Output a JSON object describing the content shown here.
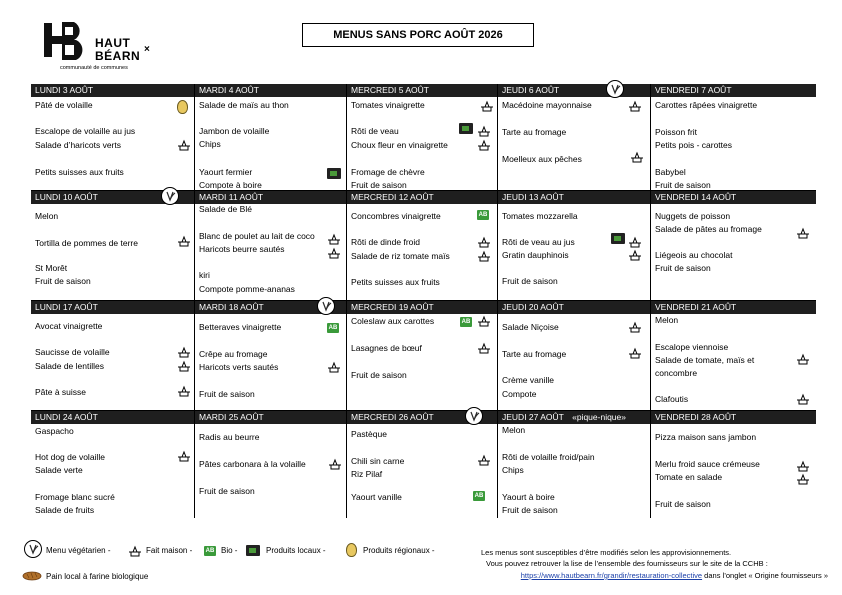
{
  "logo": {
    "brand_line1": "HAUT",
    "brand_line2": "BÉARN",
    "brand_mark": "×",
    "tagline": "communauté de communes"
  },
  "title": "MENUS SANS PORC AOÛT 2026",
  "weeks": [
    {
      "days": [
        {
          "header": "LUNDI 3 AOÛT",
          "items": [
            "Pâté de volaille",
            "Escalope de volaille au jus",
            "Salade d’haricots verts",
            "Petits suisses aux fruits"
          ]
        },
        {
          "header": "MARDI 4 AOÛT",
          "items": [
            "Salade de maïs au thon",
            "Jambon de volaille",
            "Chips",
            "Yaourt fermier",
            "Compote à boire"
          ]
        },
        {
          "header": "MERCREDI 5 AOÛT",
          "items": [
            "Tomates vinaigrette",
            "Rôti de veau",
            "Choux fleur en vinaigrette",
            "Fromage de chèvre",
            "Fruit de saison"
          ]
        },
        {
          "header": "JEUDI 6 AOÛT",
          "items": [
            "Macédoine mayonnaise",
            "Tarte au fromage",
            "Moelleux aux pêches"
          ]
        },
        {
          "header": "VENDREDI 7 AOÛT",
          "items": [
            "Carottes râpées vinaigrette",
            "Poisson frit",
            "Petits pois - carottes",
            "Babybel",
            "Fruit de saison"
          ]
        }
      ]
    },
    {
      "days": [
        {
          "header": "LUNDI 10 AOÛT",
          "items": [
            "Melon",
            "Tortilla de pommes de terre",
            "St Morêt",
            "Fruit de saison"
          ]
        },
        {
          "header": "MARDI 11 AOÛT",
          "items": [
            "Salade de Blé",
            "Blanc de poulet au lait de coco",
            "Haricots beurre sautés",
            "kiri",
            "Compote pomme-ananas"
          ]
        },
        {
          "header": "MERCREDI 12 AOÛT",
          "items": [
            "Concombres vinaigrette",
            "Rôti de dinde froid",
            "Salade de riz tomate maïs",
            "Petits suisses aux fruits"
          ]
        },
        {
          "header": "JEUDI 13 AOÛT",
          "items": [
            "Tomates mozzarella",
            "Rôti de veau au jus",
            "Gratin dauphinois",
            "Fruit de saison"
          ]
        },
        {
          "header": "VENDREDI 14 AOÛT",
          "items": [
            "Nuggets de poisson",
            "Salade de pâtes au fromage",
            "Liégeois au chocolat",
            "Fruit de saison"
          ]
        }
      ]
    },
    {
      "days": [
        {
          "header": "LUNDI 17 AOÛT",
          "items": [
            "Avocat vinaigrette",
            "Saucisse de volaille",
            "Salade de lentilles",
            "Pâte à suisse"
          ]
        },
        {
          "header": "MARDI 18 AOÛT",
          "items": [
            "Betteraves vinaigrette",
            "Crêpe au fromage",
            "Haricots verts sautés",
            "Fruit de saison"
          ]
        },
        {
          "header": "MERCREDI 19 AOÛT",
          "items": [
            "Coleslaw aux carottes",
            "Lasagnes de bœuf",
            "Fruit de saison"
          ]
        },
        {
          "header": "JEUDI 20 AOÛT",
          "items": [
            "Salade Niçoise",
            "Tarte au fromage",
            "Crème vanille",
            "Compote"
          ]
        },
        {
          "header": "VENDREDI 21 AOÛT",
          "items": [
            "Melon",
            "Escalope viennoise",
            "Salade de tomate, maïs et",
            "concombre",
            "Clafoutis"
          ]
        }
      ]
    },
    {
      "days": [
        {
          "header": "LUNDI 24 AOÛT",
          "items": [
            "Gaspacho",
            "Hot dog de volaille",
            "Salade verte",
            "Fromage blanc sucré",
            "Salade de fruits"
          ]
        },
        {
          "header": "MARDI 25 AOÛT",
          "items": [
            "Radis au beurre",
            "Pâtes carbonara à la volaille",
            "Fruit de saison"
          ]
        },
        {
          "header": "MERCREDI 26 AOÛT",
          "items": [
            "Pastèque",
            "Chili sin carne",
            "Riz Pilaf",
            "Yaourt vanille"
          ]
        },
        {
          "header": "JEUDI 27 AOÛT",
          "header_note": "«pique-nique»",
          "items": [
            "Melon",
            "Rôti de volaille froid/pain",
            "Chips",
            "Yaourt à boire",
            "Fruit de saison"
          ]
        },
        {
          "header": "VENDREDI 28 AOÛT",
          "items": [
            "Pizza maison sans jambon",
            "Merlu froid sauce crémeuse",
            "Tomate en salade",
            "Fruit de saison"
          ]
        }
      ]
    }
  ],
  "legend": {
    "vegetarian": "Menu végétarien -",
    "homemade": "Fait maison -",
    "bio": "Bio -",
    "local": "Produits locaux -",
    "regional": "Produits régionaux -",
    "bread": "Pain local à farine biologique",
    "bio_badge": "AB"
  },
  "notice": {
    "line1": "Les menus sont susceptibles d’être modifiés selon les approvisionnements.",
    "line2": "Vous pouvez retrouver la lise de l’ensemble des fournisseurs sur le site de la CCHB :",
    "link": "https://www.hautbearn.fr/grandir/restauration-collective",
    "line3_suffix": " dans l’onglet « Origine fournisseurs »"
  }
}
